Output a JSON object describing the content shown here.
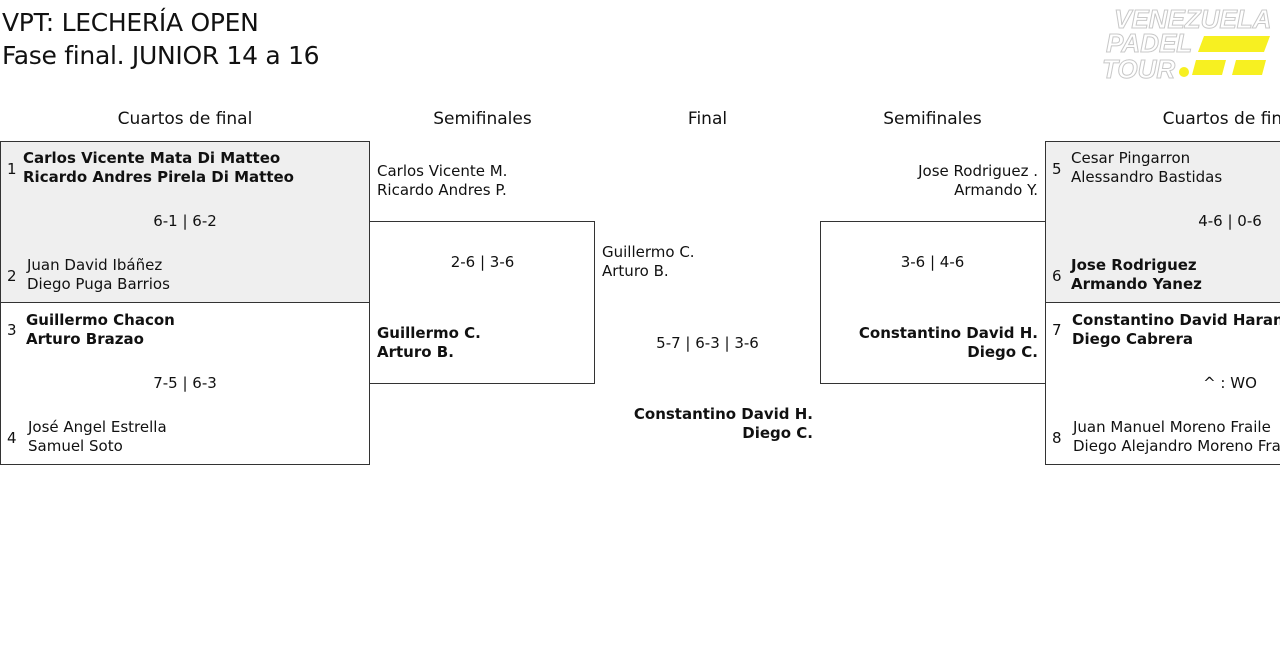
{
  "header": {
    "title_line1": "VPT: LECHERÍA OPEN",
    "title_line2": "Fase final. JUNIOR 14 a 16"
  },
  "logo": {
    "text_line1": "VENEZUELA",
    "text_line2": "PADEL",
    "text_line3": "TOUR",
    "accent_color": "#f7f021"
  },
  "rounds": {
    "left_quarters": "Cuartos de final",
    "left_semis": "Semifinales",
    "final": "Final",
    "right_semis": "Semifinales",
    "right_quarters": "Cuartos de final"
  },
  "left_quarters": [
    {
      "team_a": {
        "seed": "1",
        "p1": "Carlos Vicente Mata Di Matteo",
        "p2": "Ricardo Andres Pirela Di Matteo"
      },
      "score": "6-1 | 6-2",
      "team_b": {
        "seed": "2",
        "p1": "Juan David Ibáñez",
        "p2": "Diego Puga Barrios"
      }
    },
    {
      "team_a": {
        "seed": "3",
        "p1": "Guillermo Chacon",
        "p2": "Arturo Brazao"
      },
      "score": "7-5 | 6-3",
      "team_b": {
        "seed": "4",
        "p1": "José Angel Estrella",
        "p2": "Samuel Soto"
      }
    }
  ],
  "right_quarters": [
    {
      "team_a": {
        "seed": "5",
        "p1": "Cesar Pingarron",
        "p2": "Alessandro Bastidas"
      },
      "score": "4-6 | 0-6",
      "team_b": {
        "seed": "6",
        "p1": "Jose Rodriguez",
        "p2": "Armando Yanez"
      }
    },
    {
      "team_a": {
        "seed": "7",
        "p1": "Constantino David Haranki",
        "p2": "Diego Cabrera"
      },
      "score": "^ : WO",
      "team_b": {
        "seed": "8",
        "p1": "Juan Manuel Moreno Fraile",
        "p2": "Diego Alejandro Moreno Fra"
      }
    }
  ],
  "left_semi": {
    "team_a": {
      "p1": "Carlos Vicente M.",
      "p2": "Ricardo Andres P."
    },
    "score": "2-6 | 3-6",
    "team_b": {
      "p1": "Guillermo C.",
      "p2": "Arturo B."
    }
  },
  "right_semi": {
    "team_a": {
      "p1": "Jose Rodriguez .",
      "p2": "Armando Y."
    },
    "score": "3-6 | 4-6",
    "team_b": {
      "p1": "Constantino David H.",
      "p2": "Diego C."
    }
  },
  "final": {
    "team_a": {
      "p1": "Guillermo C.",
      "p2": "Arturo B."
    },
    "score": "5-7 | 6-3 | 3-6",
    "team_b": {
      "p1": "Constantino David H.",
      "p2": "Diego C."
    }
  }
}
